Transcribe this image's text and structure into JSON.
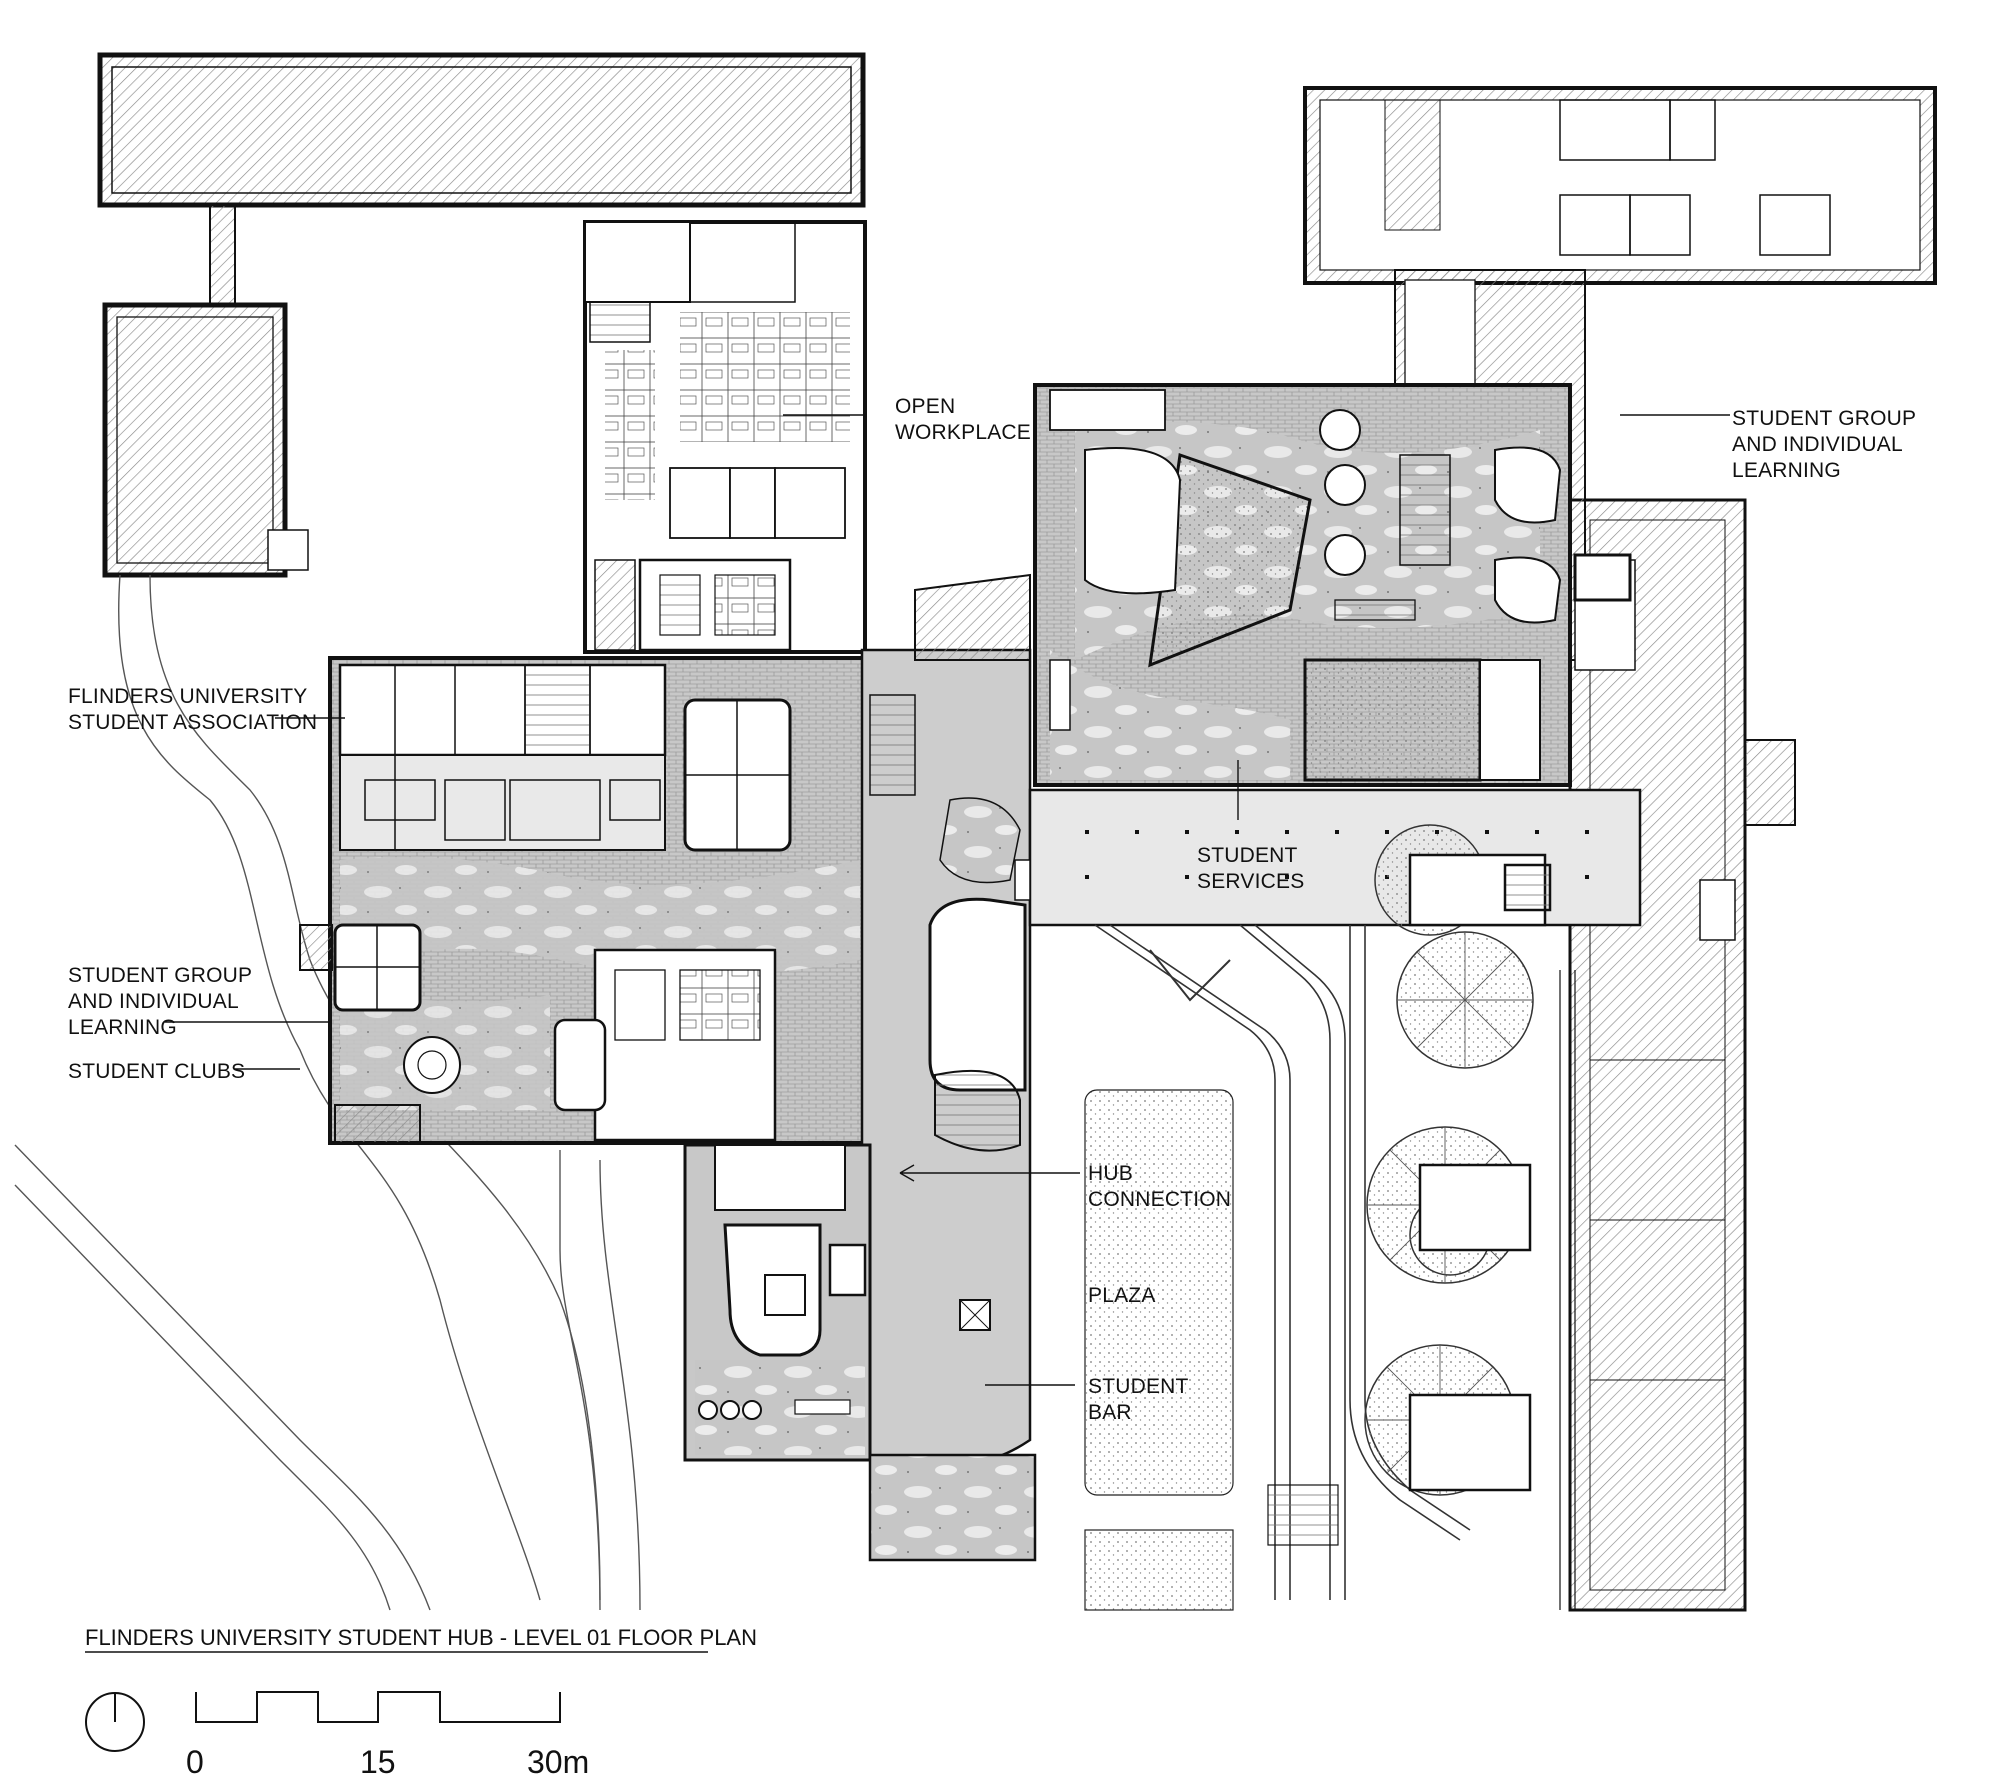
{
  "title": "FLINDERS UNIVERSITY STUDENT HUB - LEVEL 01 FLOOR PLAN",
  "labels": {
    "open_workplace": [
      "OPEN",
      "WORKPLACE"
    ],
    "student_group_east": [
      "STUDENT GROUP",
      "AND INDIVIDUAL",
      "LEARNING"
    ],
    "fusa": [
      "FLINDERS UNIVERSITY",
      "STUDENT ASSOCIATION"
    ],
    "student_group_west": [
      "STUDENT GROUP",
      "AND INDIVIDUAL",
      "LEARNING"
    ],
    "student_clubs": "STUDENT CLUBS",
    "student_services": [
      "STUDENT",
      "SERVICES"
    ],
    "hub_connection": [
      "HUB",
      "CONNECTION"
    ],
    "plaza": "PLAZA",
    "student_bar": [
      "STUDENT",
      "BAR"
    ]
  },
  "scale_bar": {
    "labels": [
      "0",
      "15",
      "30m"
    ]
  },
  "colors": {
    "ink": "#111111",
    "floor_grey": "#bdbdbd",
    "corridor_grey": "#d2d2d2",
    "hatch": "#9a9a9a"
  }
}
